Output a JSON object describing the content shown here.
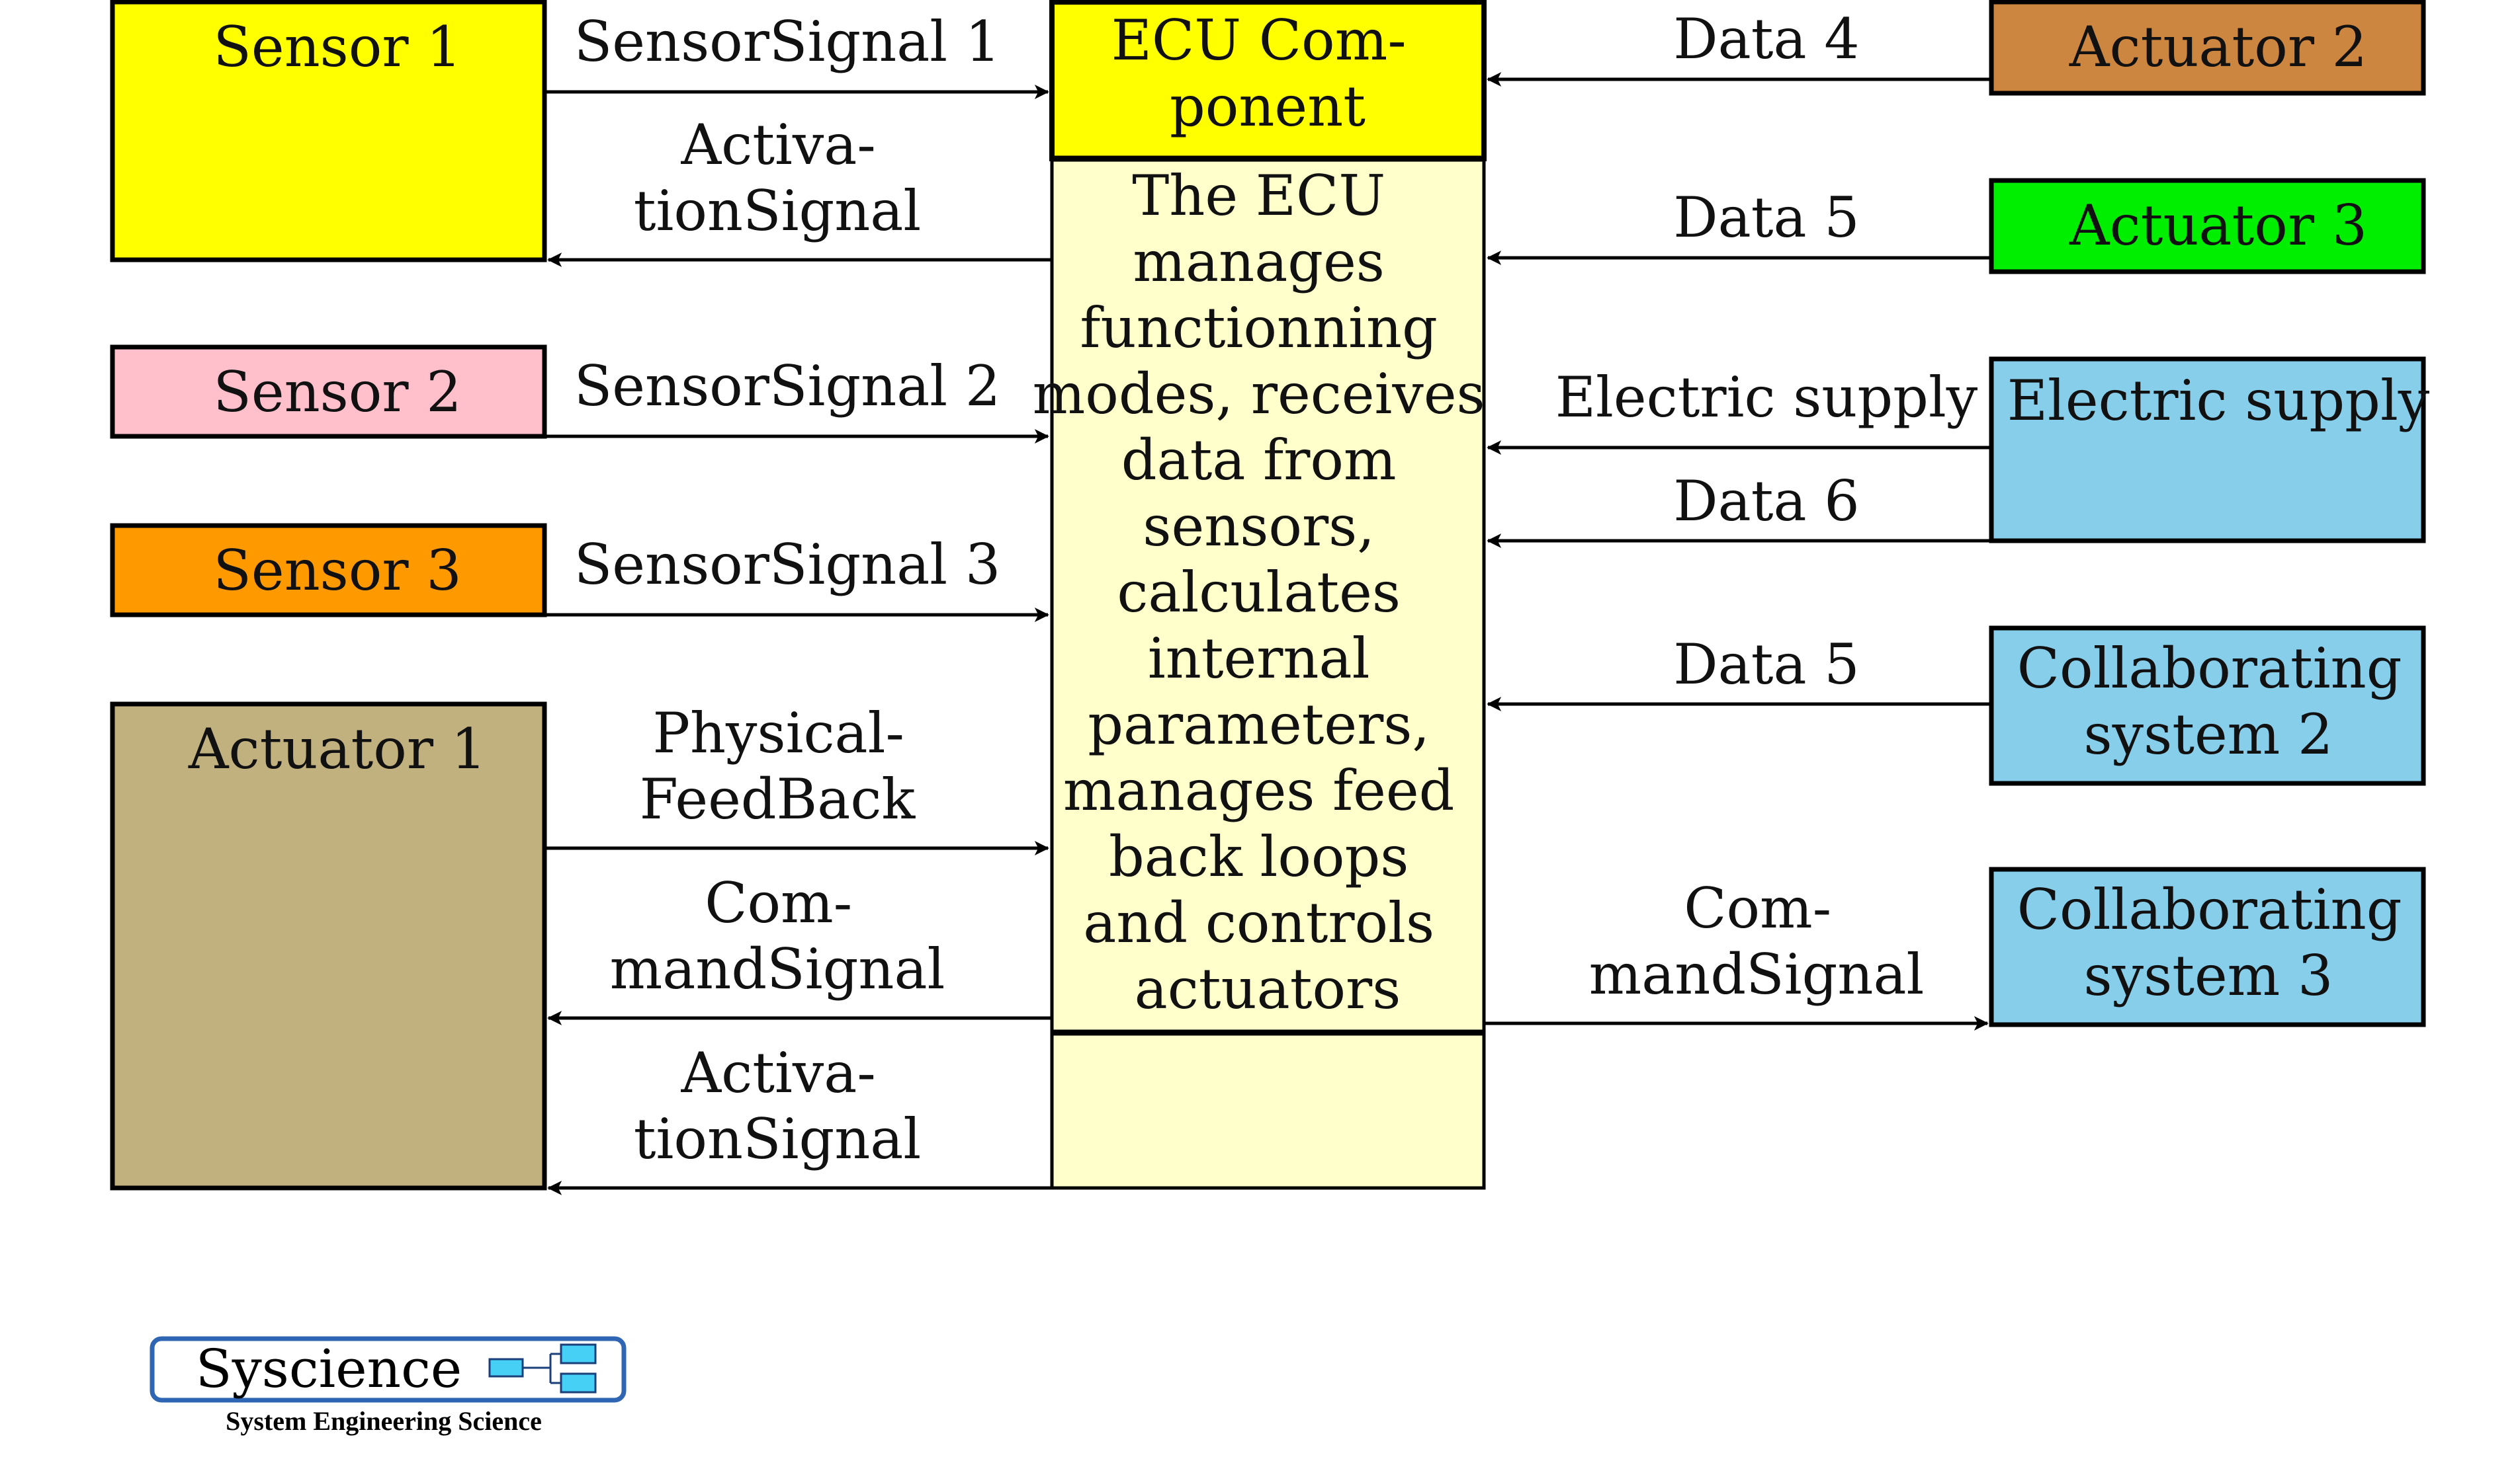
{
  "colors": {
    "sensor_1": "#ffff00",
    "sensor_2": "#ffc0cb",
    "sensor_3": "#ff9900",
    "actuator_1": "#c1b17f",
    "actuator_2": "#cd8640",
    "actuator_3": "#00ee00",
    "electric_supply": "#87ceeb",
    "collab_2": "#87ceeb",
    "collab_3": "#87ceeb",
    "ecu_header": "#ffff00",
    "ecu_body": "#ffffcc",
    "logo_frame": "#2e66b3",
    "logo_blocks": "#46d0f5"
  },
  "blocks": {
    "sensor_1": "Sensor 1",
    "sensor_2": "Sensor 2",
    "sensor_3": "Sensor 3",
    "actuator_1": "Actuator 1",
    "actuator_2": "Actuator 2",
    "actuator_3": "Actuator 3",
    "electric_supply": "Electric supply",
    "collab_2": [
      "Collaborating",
      "system 2"
    ],
    "collab_3": [
      "Collaborating",
      "system 3"
    ]
  },
  "ecu": {
    "title": [
      "ECU Com-",
      "ponent"
    ],
    "description": [
      "The ECU",
      "manages",
      "functionning",
      "modes, receives",
      "data from",
      "sensors,",
      "calculates",
      "internal",
      "parameters,",
      "manages feed",
      "back loops",
      "and controls",
      "actuators"
    ]
  },
  "flows": {
    "sensor_signal_1": "SensorSignal 1",
    "activation_signal_1": [
      "Activa-",
      "tionSignal"
    ],
    "sensor_signal_2": "SensorSignal 2",
    "sensor_signal_3": "SensorSignal 3",
    "physical_feedback": [
      "Physical-",
      "FeedBack"
    ],
    "command_signal_left": [
      "Com-",
      "mandSignal"
    ],
    "activation_signal_2": [
      "Activa-",
      "tionSignal"
    ],
    "data_4": "Data 4",
    "data_5_a": "Data 5",
    "electric_supply": "Electric supply",
    "data_6": "Data 6",
    "data_5_b": "Data 5",
    "command_signal_right": [
      "Com-",
      "mandSignal"
    ]
  },
  "logo": {
    "name": "Syscience",
    "tagline": "System Engineering Science"
  }
}
